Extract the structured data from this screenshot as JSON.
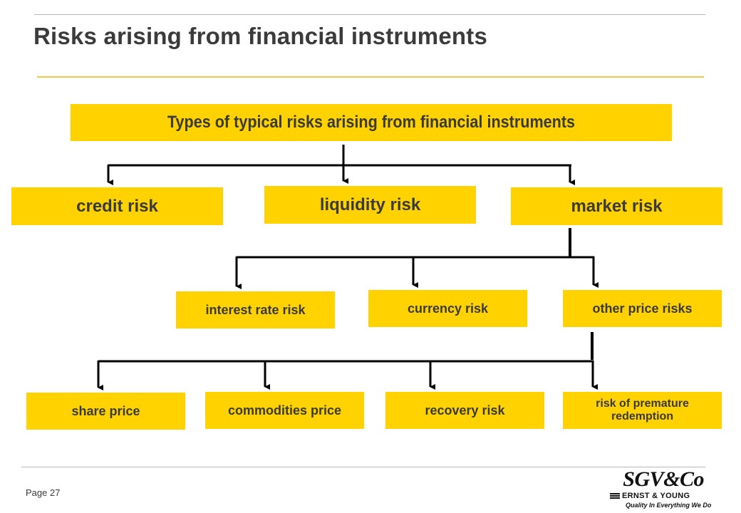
{
  "page": {
    "title": "Risks arising from financial instruments",
    "page_label": "Page 27"
  },
  "diagram": {
    "root": "Types of typical risks arising from financial instruments",
    "level1": {
      "credit": "credit risk",
      "liquidity": "liquidity risk",
      "market": "market risk"
    },
    "level2": {
      "interest": "interest rate risk",
      "currency": "currency risk",
      "other": "other price risks"
    },
    "level3": {
      "share": "share price",
      "commodities": "commodities price",
      "recovery": "recovery risk",
      "premature": "risk of premature redemption"
    },
    "colors": {
      "box": "#ffd200",
      "text": "#3a3a3a",
      "connector": "#000000"
    }
  },
  "logo": {
    "brand": "SGV&Co",
    "line": "ERNST & YOUNG",
    "tagline": "Quality In Everything We Do"
  }
}
